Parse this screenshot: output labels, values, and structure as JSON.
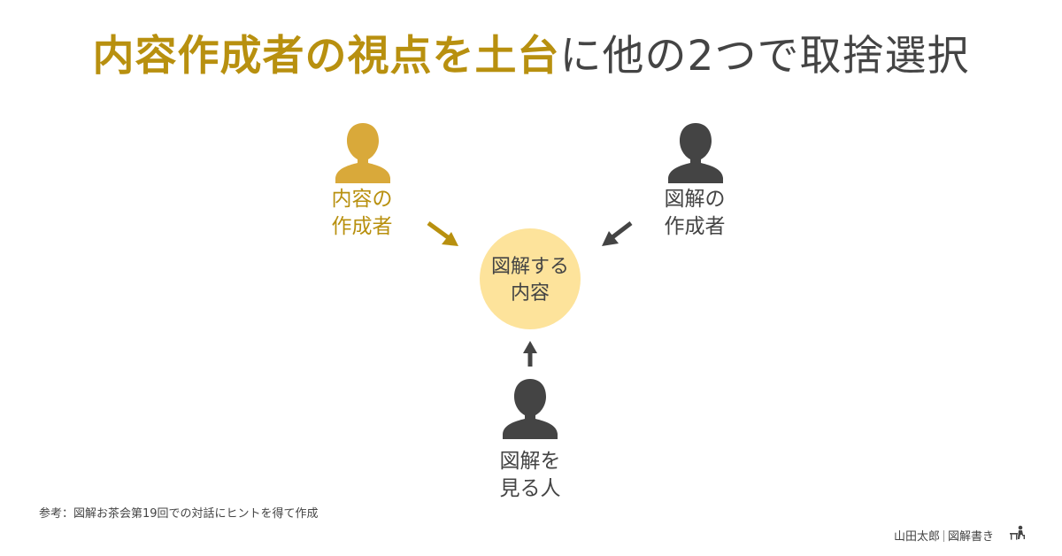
{
  "title": {
    "highlight": "内容作成者の視点を土台",
    "rest": "に他の2つで取捨選択"
  },
  "nodes": {
    "content_creator": {
      "line1": "内容の",
      "line2": "作成者",
      "icon": "person-icon",
      "color": "#d9a93a"
    },
    "diagram_creator": {
      "line1": "図解の",
      "line2": "作成者",
      "icon": "person-icon",
      "color": "#444444"
    },
    "viewer": {
      "line1": "図解を",
      "line2": "見る人",
      "icon": "person-icon",
      "color": "#444444"
    },
    "center": {
      "line1": "図解する",
      "line2": "内容",
      "color": "#fde39b"
    }
  },
  "footer": {
    "reference": "参考：図解お茶会第19回での対話にヒントを得て作成",
    "brand_name": "山田太郎",
    "brand_sub": "図解書き",
    "brand_icon": "writer-at-desk-icon"
  },
  "colors": {
    "accent": "#b8900f",
    "accent_light": "#fde39b",
    "text": "#444444"
  }
}
